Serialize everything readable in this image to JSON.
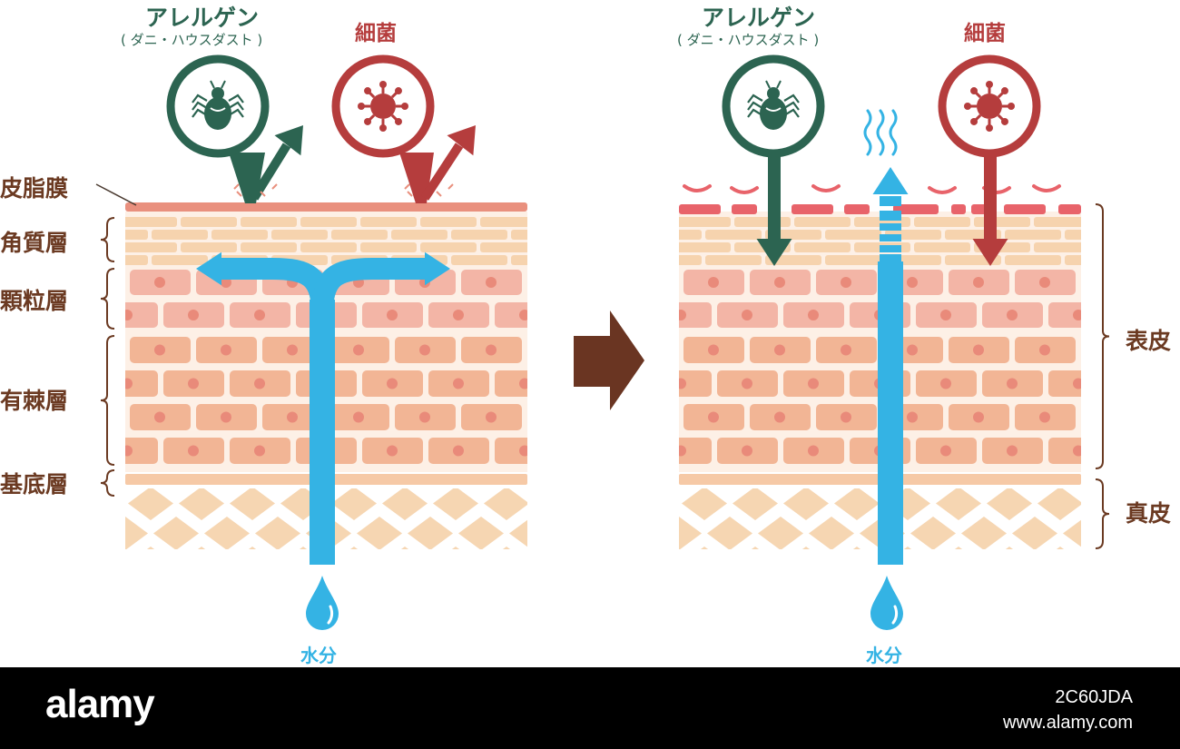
{
  "colors": {
    "background": "#ffffff",
    "label_brown": "#6b3a22",
    "allergen_green": "#2c6451",
    "bacteria_red": "#b53d3d",
    "water_blue": "#34b3e4",
    "sebum": "#e9907e",
    "stratum_corneum": "#f6d3ae",
    "granular": "#f3b5a6",
    "spinous": "#f2b595",
    "nucleus": "#e98a7a",
    "dermis": "#f6d6b2",
    "transition_arrow": "#6a3522",
    "footer": "#000000"
  },
  "icons": {
    "allergen": "mite-icon",
    "bacteria": "bacteria-icon",
    "water": "water-drop-icon",
    "vapor": "vapor-icon",
    "transition": "right-arrow-icon"
  },
  "left_panel": {
    "allergen_title": "アレルゲン",
    "allergen_subtitle": "( ダニ・ハウスダスト )",
    "bacteria_title": "細菌",
    "water_label": "水分",
    "layer_labels": {
      "sebum": "皮脂膜",
      "corneum": "角質層",
      "granular": "顆粒層",
      "spinous": "有棘層",
      "basal": "基底層"
    }
  },
  "right_panel": {
    "allergen_title": "アレルゲン",
    "allergen_subtitle": "( ダニ・ハウスダスト )",
    "bacteria_title": "細菌",
    "water_label": "水分",
    "region_labels": {
      "epidermis": "表皮",
      "dermis": "真皮"
    }
  },
  "footer": {
    "logo": "alamy",
    "image_id": "2C60JDA",
    "site": "www.alamy.com"
  }
}
